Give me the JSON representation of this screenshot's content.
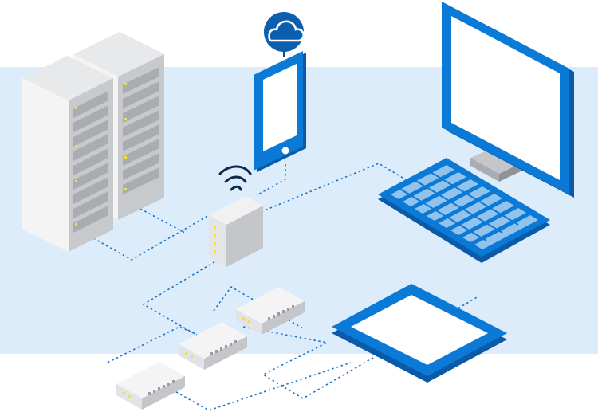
{
  "diagram": {
    "type": "isometric-network-illustration",
    "colors": {
      "band": "#dcecfb",
      "accent_blue": "#0b7ad6",
      "dark_blue": "#0a4f95",
      "light_blue": "#3a98ea",
      "server_light": "#f2f2f2",
      "server_mid": "#d4d6d8",
      "server_dark": "#b8babd",
      "led_yellow": "#f3e23a",
      "link_line": "#1b74c9"
    },
    "nodes": [
      {
        "id": "server-rack-left",
        "icon": "server-rack-icon"
      },
      {
        "id": "server-rack-right",
        "icon": "server-rack-icon"
      },
      {
        "id": "cloud-badge",
        "icon": "cloud-icon"
      },
      {
        "id": "smartphone",
        "icon": "smartphone-icon"
      },
      {
        "id": "wireless-router",
        "icon": "router-icon"
      },
      {
        "id": "wifi-signal",
        "icon": "wifi-icon"
      },
      {
        "id": "desktop-monitor",
        "icon": "monitor-icon"
      },
      {
        "id": "keyboard",
        "icon": "keyboard-icon"
      },
      {
        "id": "network-switch-1",
        "icon": "switch-icon"
      },
      {
        "id": "network-switch-2",
        "icon": "switch-icon"
      },
      {
        "id": "network-switch-3",
        "icon": "switch-icon"
      },
      {
        "id": "tablet",
        "icon": "tablet-icon"
      }
    ],
    "connections": [
      [
        "server-rack-left",
        "wireless-router"
      ],
      [
        "server-rack-right",
        "wireless-router"
      ],
      [
        "smartphone",
        "wireless-router"
      ],
      [
        "wireless-router",
        "keyboard"
      ],
      [
        "wireless-router",
        "network-switch-3"
      ],
      [
        "network-switch-1",
        "network-switch-2"
      ],
      [
        "network-switch-2",
        "network-switch-3"
      ],
      [
        "network-switch-1",
        "tablet"
      ],
      [
        "network-switch-3",
        "tablet"
      ]
    ]
  }
}
